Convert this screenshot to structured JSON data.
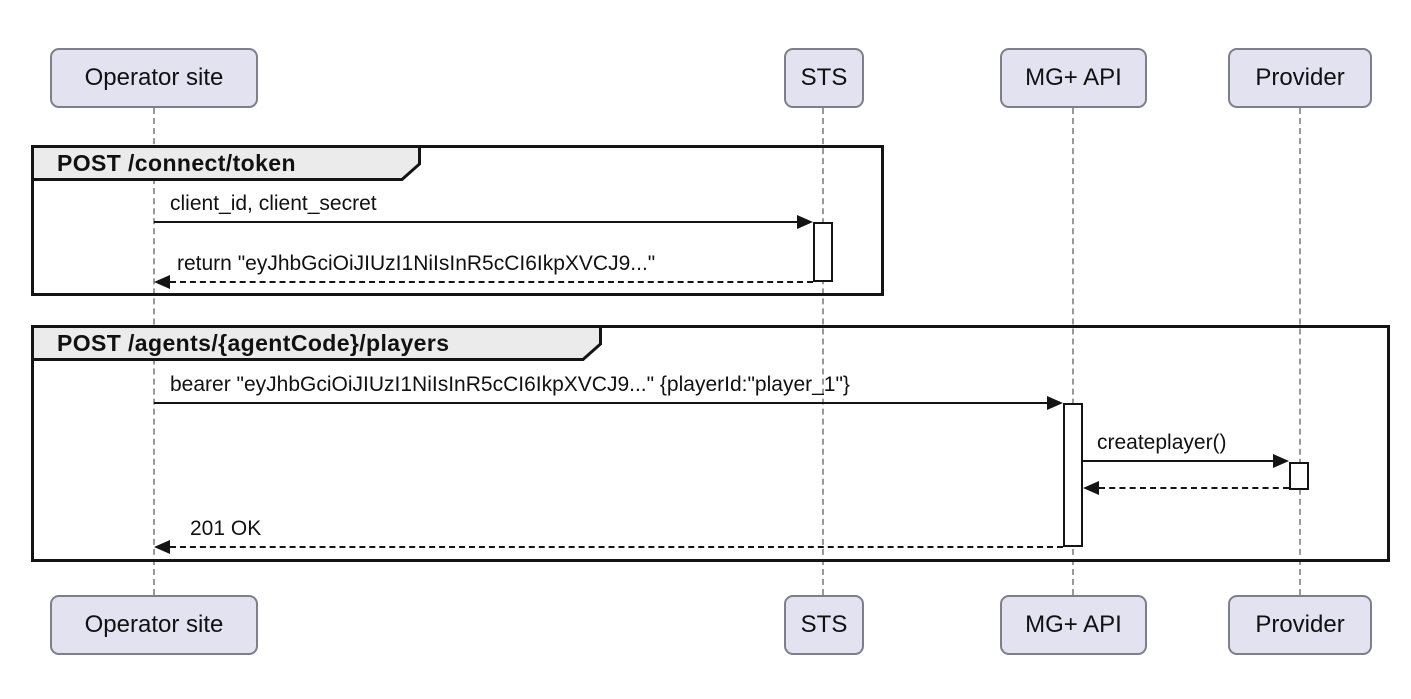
{
  "diagram": {
    "type": "uml-sequence-diagram",
    "participants": [
      {
        "name": "Operator site"
      },
      {
        "name": "STS"
      },
      {
        "name": "MG+ API"
      },
      {
        "name": "Provider"
      }
    ],
    "frames": [
      {
        "title": "POST /connect/token"
      },
      {
        "title": "POST /agents/{agentCode}/players"
      }
    ],
    "messages": [
      {
        "text": "client_id, client_secret",
        "from": "Operator site",
        "to": "STS",
        "line": "solid"
      },
      {
        "text": "return \"eyJhbGciOiJIUzI1NiIsInR5cCI6IkpXVCJ9...\"",
        "from": "STS",
        "to": "Operator site",
        "line": "dashed"
      },
      {
        "text": "bearer \"eyJhbGciOiJIUzI1NiIsInR5cCI6IkpXVCJ9...\" {playerId:\"player_1\"}",
        "from": "Operator site",
        "to": "MG+ API",
        "line": "solid"
      },
      {
        "text": "createplayer()",
        "from": "MG+ API",
        "to": "Provider",
        "line": "solid"
      },
      {
        "text": "",
        "from": "Provider",
        "to": "MG+ API",
        "line": "dashed"
      },
      {
        "text": "201 OK",
        "from": "MG+ API",
        "to": "Operator site",
        "line": "dashed"
      }
    ],
    "colors": {
      "participant_fill": "#E2E2F0",
      "participant_border": "#7f7f8c",
      "lifeline": "#999999",
      "frame_border": "#141414",
      "frame_label_fill": "#EBEBEB",
      "arrow": "#141414",
      "activation_fill": "#FFFFFF",
      "background": "#FFFFFF"
    }
  }
}
